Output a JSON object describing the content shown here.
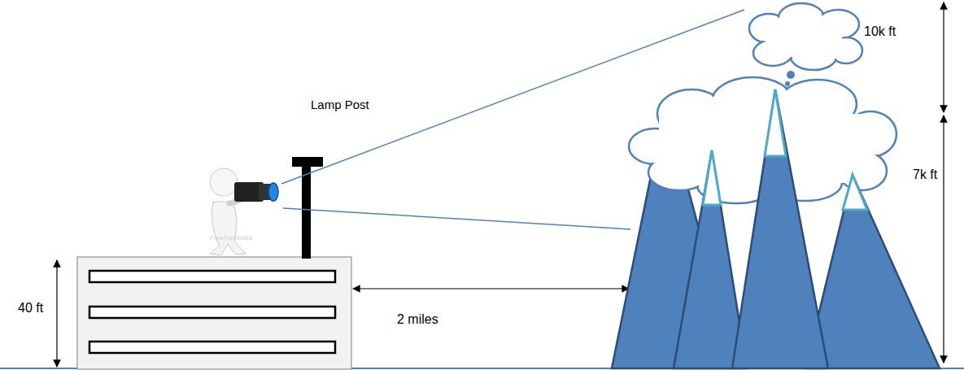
{
  "diagram": {
    "labels": [
      "Lamp Post",
      "FreeFunMedia",
      "40 ft",
      "2 miles",
      "10k ft",
      "7k ft"
    ]
  }
}
